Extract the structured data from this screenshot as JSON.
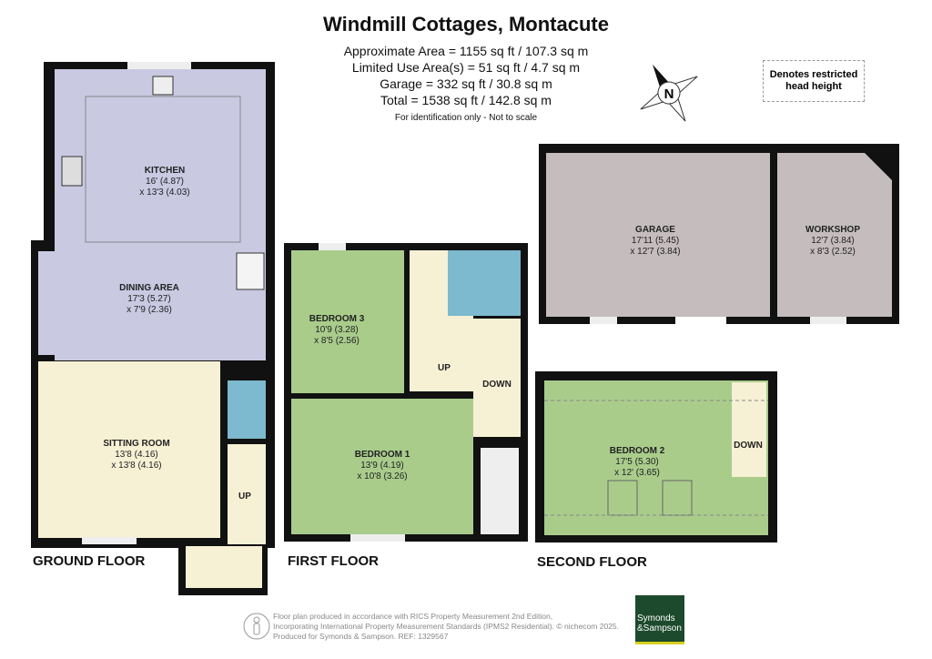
{
  "title": "Windmill Cottages, Montacute",
  "areas": [
    "Approximate Area = 1155 sq ft / 107.3 sq m",
    "Limited Use Area(s) = 51 sq ft / 4.7 sq m",
    "Garage = 332 sq ft / 30.8 sq m",
    "Total = 1538 sq ft / 142.8 sq m"
  ],
  "disclaimer": "For identification only - Not to scale",
  "restricted_note": "Denotes restricted head height",
  "compass": "N",
  "floors": {
    "ground": "GROUND FLOOR",
    "first": "FIRST FLOOR",
    "second": "SECOND FLOOR"
  },
  "rooms": {
    "kitchen": {
      "name": "KITCHEN",
      "d1": "16' (4.87)",
      "d2": "x 13'3 (4.03)"
    },
    "dining": {
      "name": "DINING AREA",
      "d1": "17'3 (5.27)",
      "d2": "x 7'9 (2.36)"
    },
    "sitting": {
      "name": "SITTING ROOM",
      "d1": "13'8 (4.16)",
      "d2": "x 13'8 (4.16)"
    },
    "bed3": {
      "name": "BEDROOM 3",
      "d1": "10'9 (3.28)",
      "d2": "x 8'5 (2.56)"
    },
    "bed1": {
      "name": "BEDROOM 1",
      "d1": "13'9 (4.19)",
      "d2": "x 10'8 (3.26)"
    },
    "bed2": {
      "name": "BEDROOM 2",
      "d1": "17'5 (5.30)",
      "d2": "x 12' (3.65)"
    },
    "garage": {
      "name": "GARAGE",
      "d1": "17'11 (5.45)",
      "d2": "x 12'7 (3.84)"
    },
    "workshop": {
      "name": "WORKSHOP",
      "d1": "12'7 (3.84)",
      "d2": "x 8'3 (2.52)"
    }
  },
  "stairs": {
    "up": "UP",
    "down": "DOWN"
  },
  "footer": [
    "Floor plan produced in accordance with RICS Property Measurement 2nd Edition,",
    "Incorporating International Property Measurement Standards (IPMS2 Residential).   © nichecom 2025.",
    "Produced for Symonds & Sampson.   REF:  1329567"
  ],
  "logo": [
    "Symonds",
    "&Sampson"
  ],
  "colors": {
    "living": "#c9c9e2",
    "cream": "#f6f1d5",
    "wet": "#7db9cf",
    "bedroom": "#a9cc8b",
    "garage": "#c5bdbd",
    "wall": "#111111",
    "brand": "#1d4a2c"
  }
}
